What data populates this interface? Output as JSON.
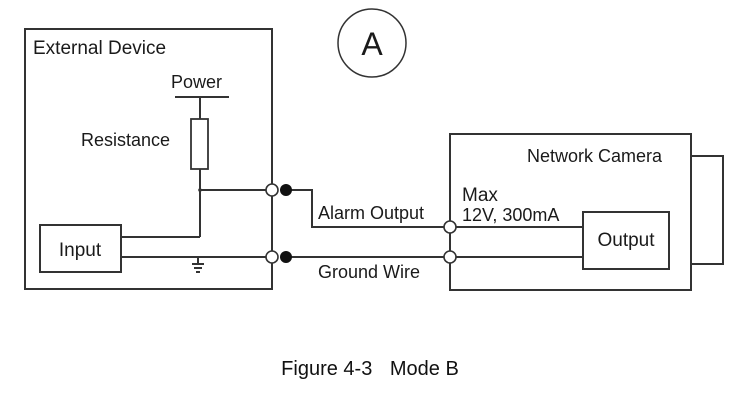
{
  "diagram": {
    "badge": "A",
    "external_device": {
      "title": "External Device",
      "power_label": "Power",
      "resistance_label": "Resistance",
      "input_label": "Input"
    },
    "wires": {
      "alarm_output_label": "Alarm Output",
      "ground_wire_label": "Ground Wire"
    },
    "network_camera": {
      "title": "Network Camera",
      "max_label": "Max",
      "rating_label": "12V, 300mA",
      "output_label": "Output"
    }
  },
  "caption": {
    "figure_number": "Figure 4-3",
    "title": "Mode B"
  }
}
